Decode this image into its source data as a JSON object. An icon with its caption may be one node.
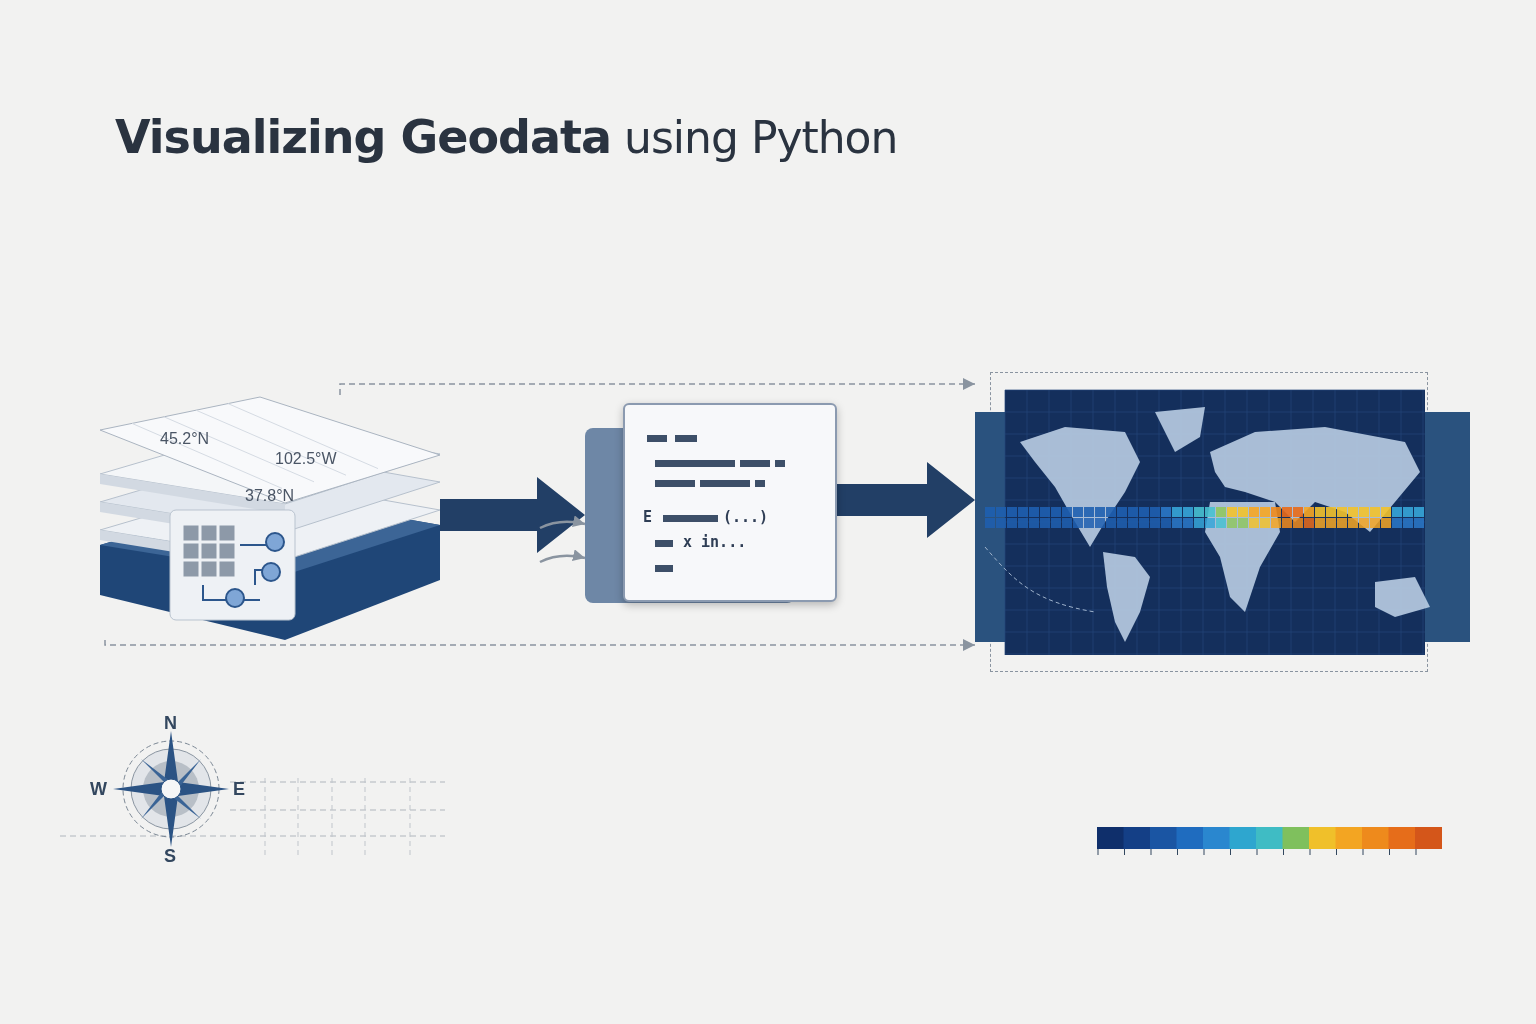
{
  "diagram": {
    "title": "**Visualizing Geodata** using Python",
    "nodes": [
      {
        "text": [
          "45.2°N",
          "102.5°W",
          "37.8°N"
        ]
      },
      {
        "text": [
          "E",
          "(...)",
          "x in..."
        ]
      },
      {
        "text": [],
        "shape": "picture"
      }
    ],
    "edges": [
      {
        "from": 0,
        "to": 1,
        "arrow": "to",
        "style": "thick",
        "color": "#223f66"
      },
      {
        "from": 1,
        "to": 2,
        "arrow": "to",
        "style": "thick",
        "color": "#223f66"
      },
      {
        "from": 0,
        "to": 2,
        "arrow": "to",
        "style": "dashed"
      },
      {
        "from": 0,
        "to": 2,
        "arrow": "to",
        "style": "dashed"
      },
      {
        "from": null,
        "to": 1,
        "arrow": "to"
      },
      {
        "from": null,
        "to": 1,
        "arrow": "to"
      }
    ],
    "labels": [
      "N",
      "W",
      "E",
      "S"
    ]
  }
}
